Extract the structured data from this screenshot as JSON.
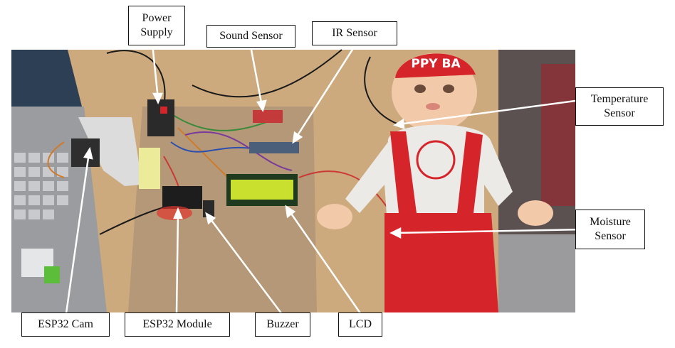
{
  "figure": {
    "labels": {
      "power_supply": "Power\nSupply",
      "sound_sensor": "Sound Sensor",
      "ir_sensor": "IR Sensor",
      "temperature_sensor": "Temperature\nSensor",
      "moisture_sensor": "Moisture\nSensor",
      "esp32_cam": "ESP32 Cam",
      "esp32_module": "ESP32 Module",
      "buzzer": "Buzzer",
      "lcd": "LCD"
    },
    "lcd_text": "",
    "doll_shirt_text": "PPY BA"
  },
  "colors": {
    "desk": "#c9a878",
    "cardboard": "#b99a75",
    "laptop": "#8c8e92",
    "doll_skin": "#f2c9a9",
    "doll_red": "#d6242b",
    "doll_white": "#eceae7",
    "lcd_green": "#c9e02f",
    "arrow": "#ffffff"
  }
}
